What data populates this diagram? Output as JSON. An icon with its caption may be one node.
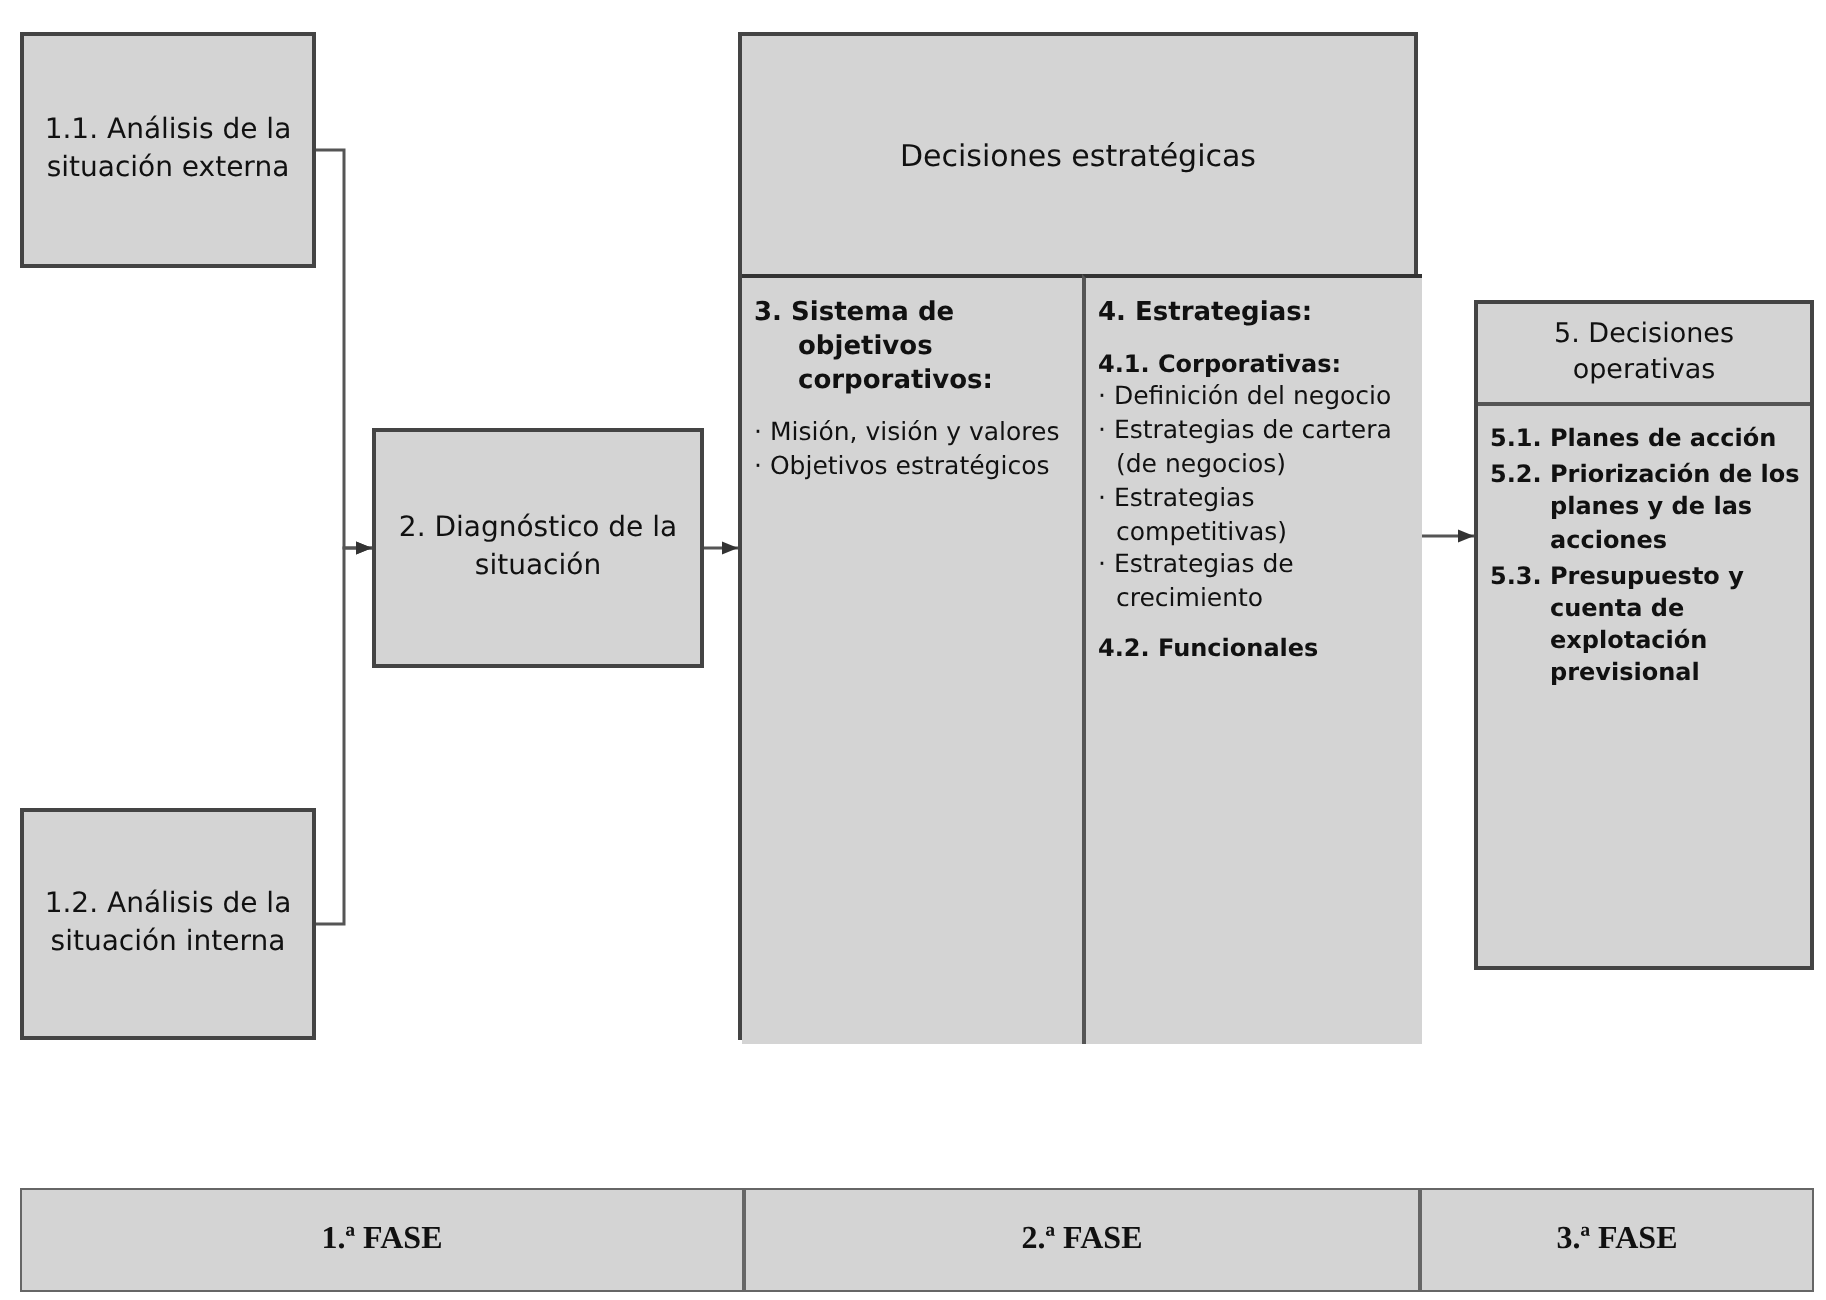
{
  "diagram": {
    "nodes": [
      {
        "text": [
          "1.1. Análisis de la situación externa"
        ]
      },
      {
        "text": [
          "1.2. Análisis de la situación interna"
        ]
      },
      {
        "text": [
          "2. Diagnóstico de la situación"
        ]
      },
      {
        "text": [
          "Decisiones estratégicas"
        ]
      },
      {
        "text": [
          "3. Sistema de objetivos corporativos:",
          "· Misión, visión y valores",
          "· Objetivos estratégicos"
        ],
        "in": 3
      },
      {
        "text": [
          "4. Estrategias:",
          "4.1. Corporativas:",
          "· Definición del negocio",
          "· Estrategias de cartera (de negocios)",
          "· Estrategias competitivas)",
          "· Estrategias de crecimiento",
          "4.2. Funcionales"
        ],
        "in": 3
      },
      {
        "text": [
          "5. Decisiones operativas",
          "5.1. Planes de acción",
          "5.2. Priorización de los planes y de las acciones",
          "5.3. Presupuesto y cuenta de explotación previsional"
        ]
      },
      {
        "text": [
          "1.ª FASE"
        ]
      },
      {
        "text": [
          "2.ª FASE"
        ]
      },
      {
        "text": [
          "3.ª FASE"
        ]
      }
    ],
    "edges": [
      {
        "from": 0,
        "to": 2,
        "arrow": "to"
      },
      {
        "from": 1,
        "to": 2,
        "arrow": "to"
      },
      {
        "from": 2,
        "to": 3,
        "arrow": "to"
      },
      {
        "from": 3,
        "to": 6,
        "arrow": "to"
      }
    ]
  }
}
